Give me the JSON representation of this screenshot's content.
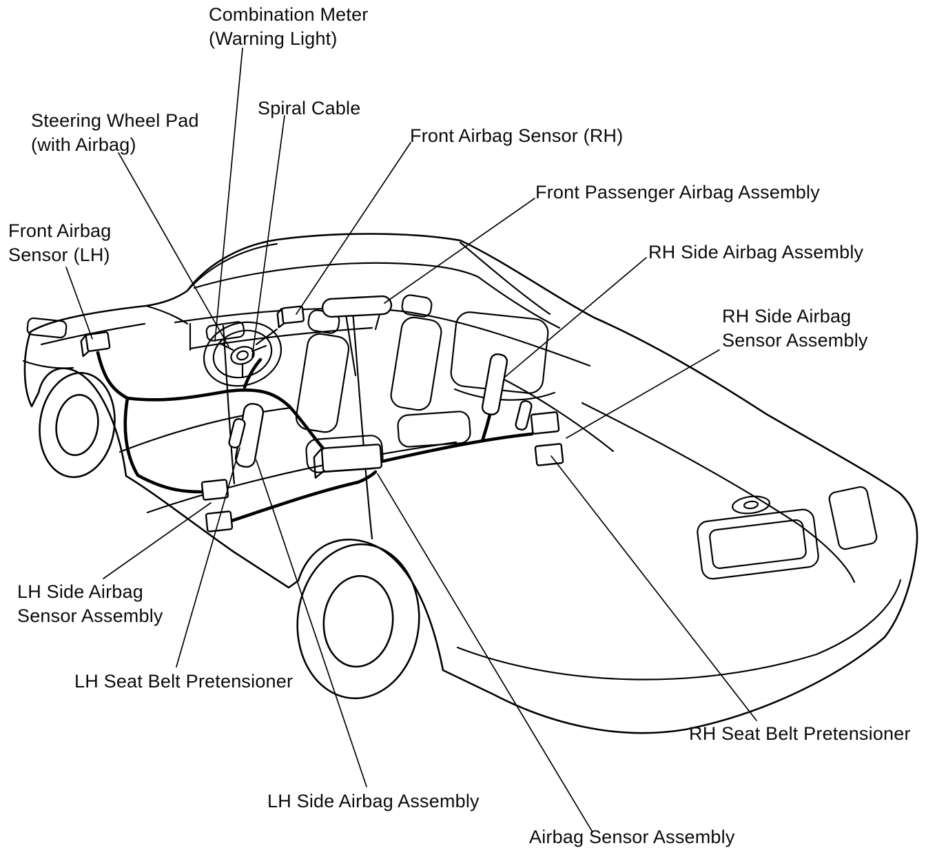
{
  "diagram": {
    "type": "component-location-diagram",
    "subject": "vehicle airbag / SRS component locations",
    "colors": {
      "line": "#000000",
      "background": "#ffffff",
      "text": "#0a0a0a"
    },
    "labels": {
      "combination_meter": "Combination Meter\n(Warning Light)",
      "steering_wheel_pad": "Steering Wheel Pad\n(with Airbag)",
      "spiral_cable": "Spiral Cable",
      "front_airbag_sensor_rh": "Front Airbag Sensor (RH)",
      "front_passenger_airbag_assembly": "Front Passenger Airbag Assembly",
      "rh_side_airbag_assembly": "RH Side Airbag Assembly",
      "rh_side_airbag_sensor_assembly": "RH Side Airbag\nSensor Assembly",
      "front_airbag_sensor_lh": "Front Airbag\nSensor (LH)",
      "lh_side_airbag_sensor_assembly": "LH Side Airbag\nSensor Assembly",
      "lh_seat_belt_pretensioner": "LH Seat Belt Pretensioner",
      "lh_side_airbag_assembly": "LH Side Airbag Assembly",
      "airbag_sensor_assembly": "Airbag Sensor Assembly",
      "rh_seat_belt_pretensioner": "RH Seat Belt Pretensioner"
    }
  }
}
